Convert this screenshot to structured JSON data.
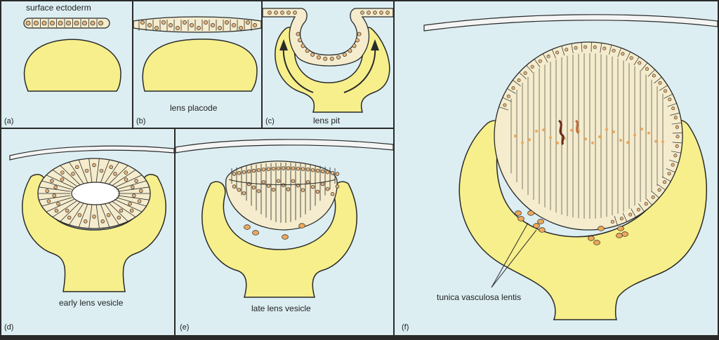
{
  "colors": {
    "background": "#dceef2",
    "panel_border": "#2a2a2a",
    "optic_cup": "#f6ef8c",
    "lens_cell": "#f4eccd",
    "nucleus_fill": "#e9b57c",
    "blood_cell": "#eca85a",
    "outline": "#2a2a2a"
  },
  "panels": [
    {
      "id": "a",
      "letter": "(a)",
      "label": "surface ectoderm"
    },
    {
      "id": "b",
      "letter": "(b)",
      "label": "lens placode"
    },
    {
      "id": "c",
      "letter": "(c)",
      "label": "lens pit"
    },
    {
      "id": "d",
      "letter": "(d)",
      "label": "early lens vesicle"
    },
    {
      "id": "e",
      "letter": "(e)",
      "label": "late lens vesicle"
    },
    {
      "id": "f",
      "letter": "(f)",
      "label": "tunica vasculosa lentis"
    }
  ]
}
